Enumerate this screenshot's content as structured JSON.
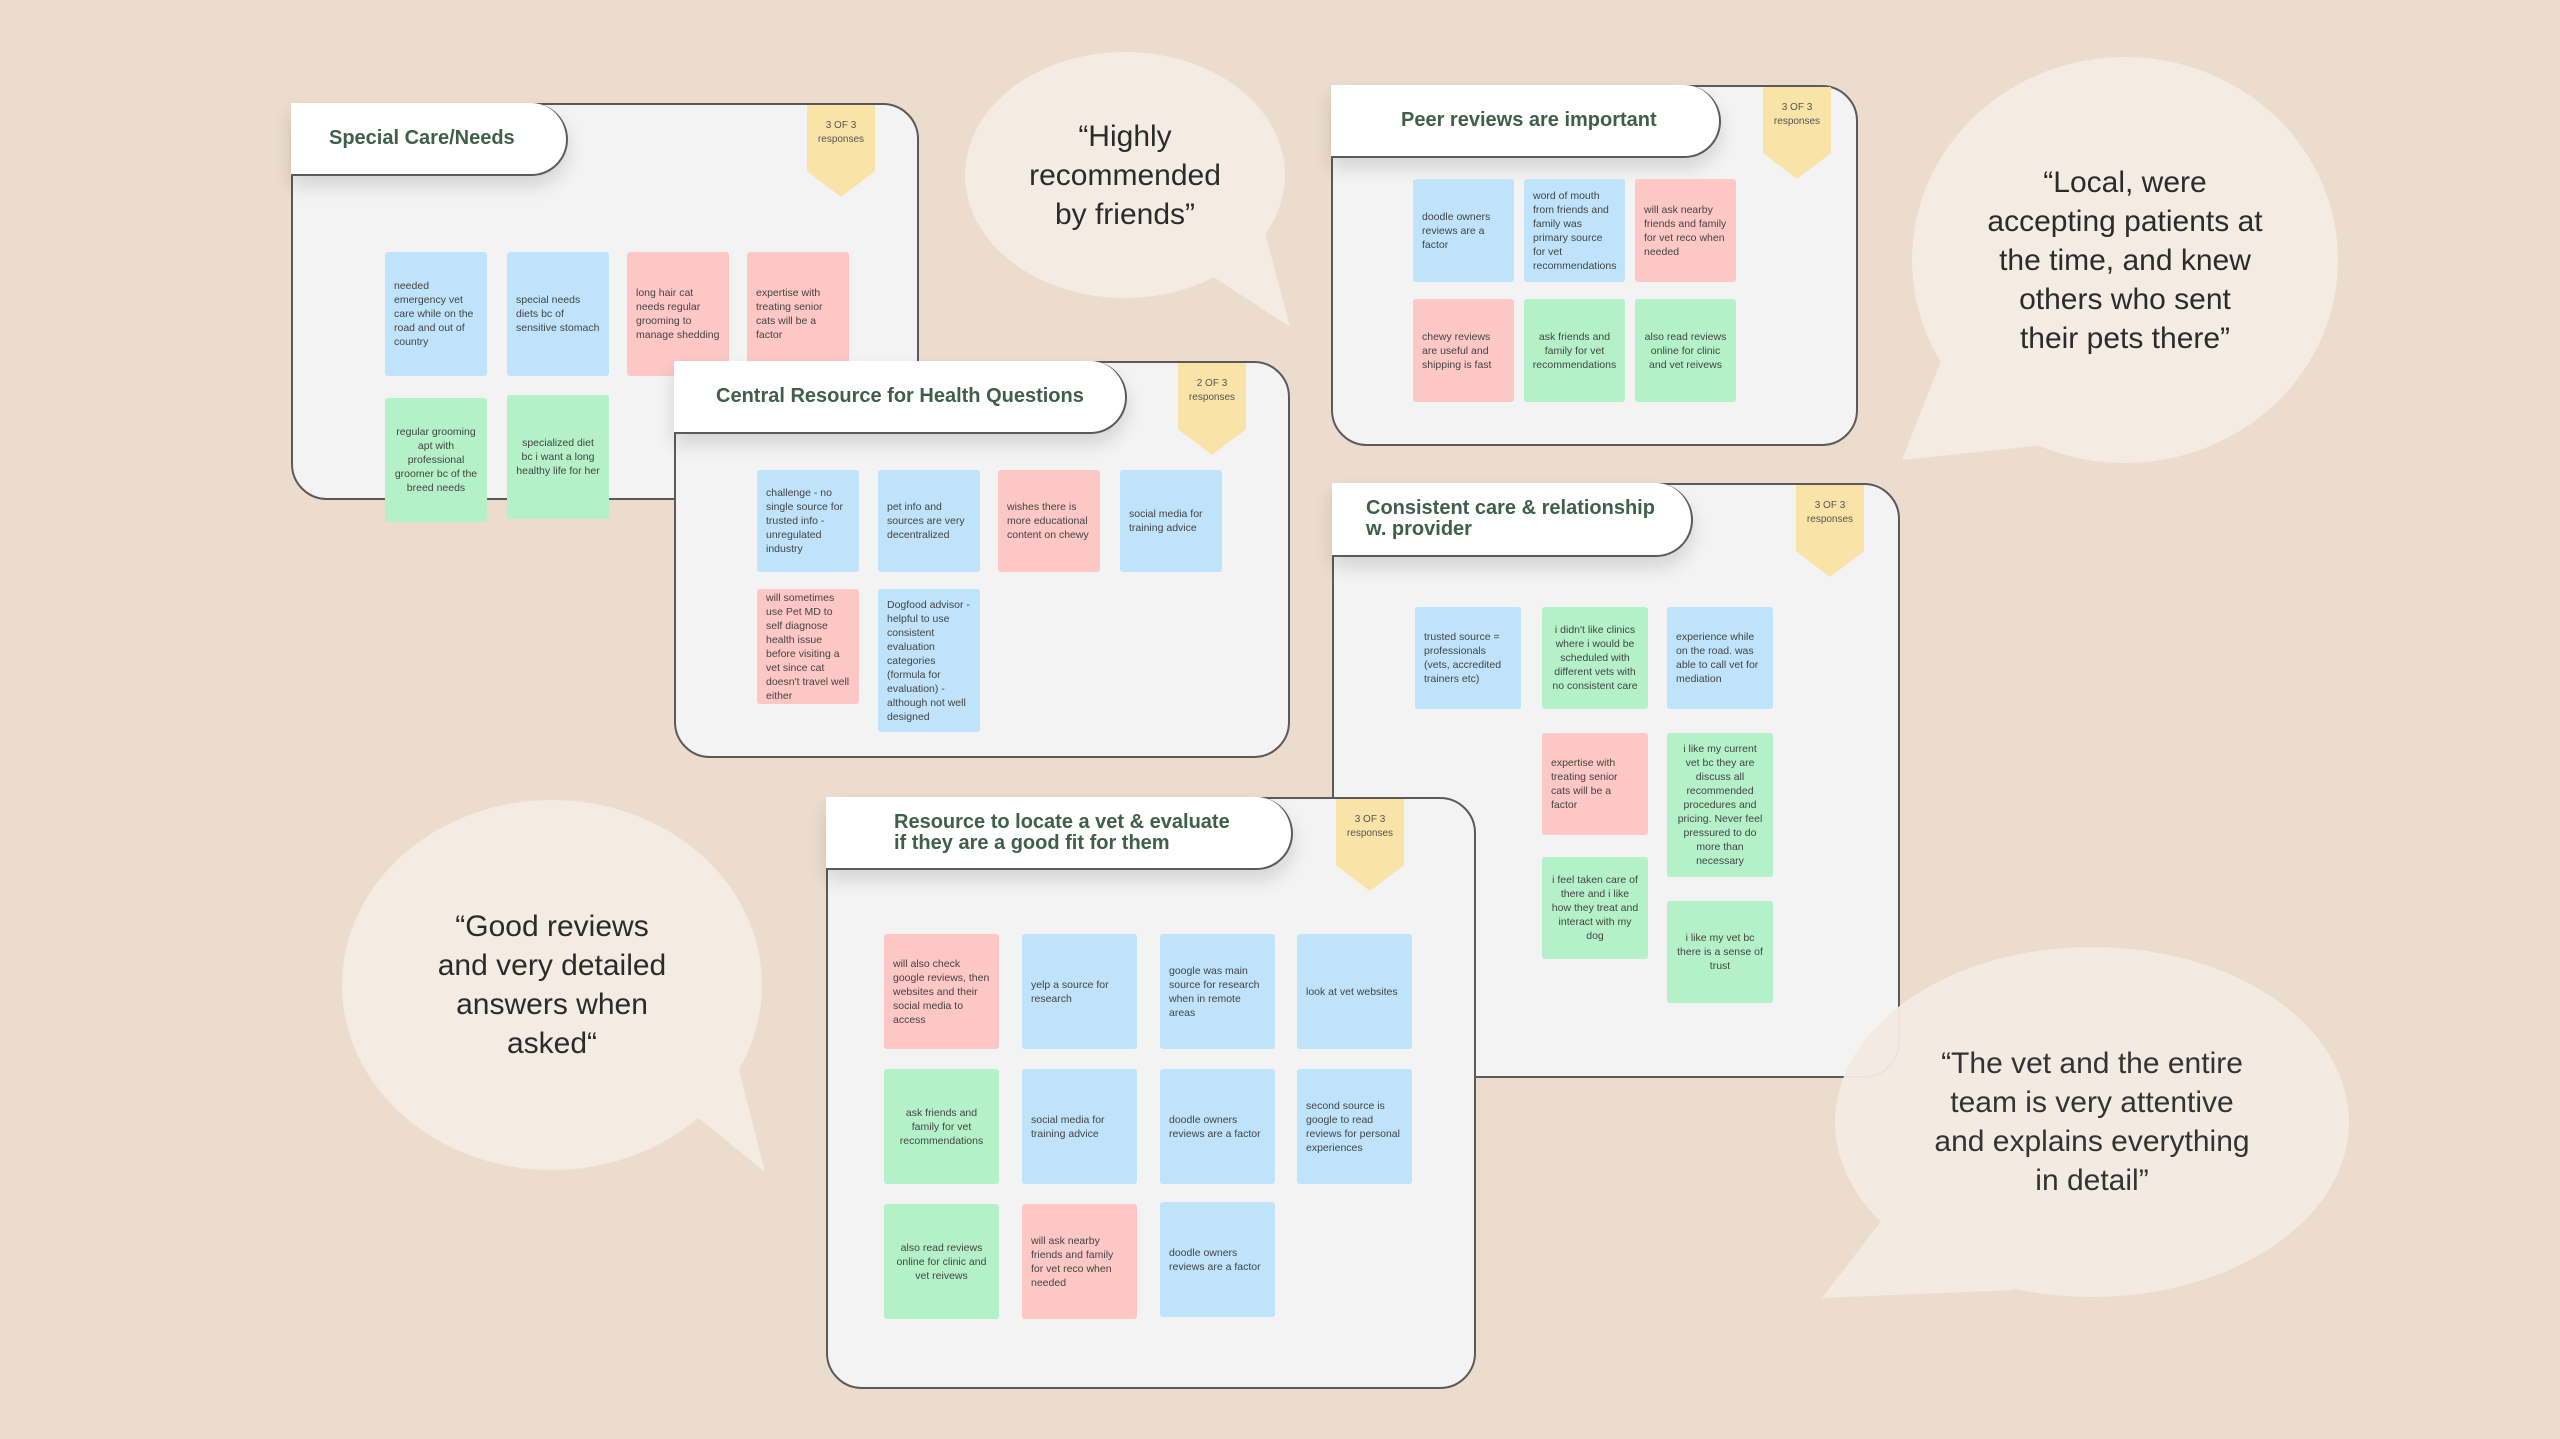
{
  "colors": {
    "background": "#ecdccd",
    "blue": "#bee3fa",
    "pink": "#fcc7c4",
    "green": "#b4f1c9",
    "badge": "#f9e3a6",
    "bubble": "#f4ebe3",
    "title": "#3f5f4b"
  },
  "cards": [
    {
      "title": "Special Care/Needs",
      "badge": {
        "count": "3 OF 3",
        "label": "responses"
      },
      "notes": [
        {
          "text": "needed emergency vet care while on the road and out of country",
          "color": "blue"
        },
        {
          "text": "special needs diets bc of sensitive stomach",
          "color": "blue"
        },
        {
          "text": "long hair cat needs regular grooming to manage shedding",
          "color": "pink"
        },
        {
          "text": "expertise with treating senior cats will be a factor",
          "color": "pink"
        },
        {
          "text": "regular grooming apt with professional groomer bc of the breed needs",
          "color": "green"
        },
        {
          "text": "specialized diet bc i want a long healthy life for her",
          "color": "green"
        }
      ]
    },
    {
      "title": "Central Resource for Health Questions",
      "badge": {
        "count": "2 OF 3",
        "label": "responses"
      },
      "notes": [
        {
          "text": "challenge - no single source for trusted info - unregulated industry",
          "color": "blue"
        },
        {
          "text": "pet info and sources are very decentralized",
          "color": "blue"
        },
        {
          "text": "wishes there is more educational content on chewy",
          "color": "pink"
        },
        {
          "text": "social media for training advice",
          "color": "blue"
        },
        {
          "text": "will sometimes use Pet MD  to self diagnose health issue before visiting a vet since cat doesn't travel well either",
          "color": "pink"
        },
        {
          "text": "Dogfood advisor  - helpful to use consistent evaluation categories (formula for evaluation) - although not well designed",
          "color": "blue"
        }
      ]
    },
    {
      "title": "Peer reviews are important",
      "badge": {
        "count": "3 OF 3",
        "label": "responses"
      },
      "notes": [
        {
          "text": "doodle owners reviews are a factor",
          "color": "blue"
        },
        {
          "text": "word of mouth from friends and family was primary source for vet recommendations",
          "color": "blue"
        },
        {
          "text": "will ask nearby friends and family for vet reco when needed",
          "color": "pink"
        },
        {
          "text": "chewy reviews are useful and shipping is fast",
          "color": "pink"
        },
        {
          "text": "ask friends and family for vet recommendations",
          "color": "green"
        },
        {
          "text": "also read reviews online for clinic and vet reivews",
          "color": "green"
        }
      ]
    },
    {
      "title": "Consistent care & relationship\nw. provider",
      "badge": {
        "count": "3 OF 3",
        "label": "responses"
      },
      "notes": [
        {
          "text": "trusted source = professionals (vets, accredited trainers etc)",
          "color": "blue"
        },
        {
          "text": "i didn't like clinics where i would be scheduled with different vets with no consistent care",
          "color": "green"
        },
        {
          "text": "experience while on the road. was able to call vet for mediation",
          "color": "blue"
        },
        {
          "text": "expertise with treating senior cats will be a factor",
          "color": "pink"
        },
        {
          "text": "i like my current vet bc they are discuss all recommended procedures and pricing. Never feel pressured to do more than necessary",
          "color": "green"
        },
        {
          "text": "i feel taken care of there and i like how they treat and interact with my dog",
          "color": "green"
        },
        {
          "text": "i like my vet bc there is a sense of trust",
          "color": "green"
        }
      ]
    },
    {
      "title": "Resource to locate a vet & evaluate\nif they are a good fit for them",
      "badge": {
        "count": "3 OF 3",
        "label": "responses"
      },
      "notes": [
        {
          "text": "will also check google reviews, then websites and their social media to access",
          "color": "pink"
        },
        {
          "text": "yelp a source for research",
          "color": "blue"
        },
        {
          "text": "google was main source for research when in remote areas",
          "color": "blue"
        },
        {
          "text": "look at vet websites",
          "color": "blue"
        },
        {
          "text": "ask friends and family for vet recommendations",
          "color": "green"
        },
        {
          "text": "social media for training advice",
          "color": "blue"
        },
        {
          "text": "doodle owners reviews are a factor",
          "color": "blue"
        },
        {
          "text": "second source is google to read reviews for personal experiences",
          "color": "blue"
        },
        {
          "text": "also read reviews online for clinic and vet reivews",
          "color": "green"
        },
        {
          "text": "will ask nearby friends and family for vet reco when needed",
          "color": "pink"
        },
        {
          "text": "doodle owners reviews are a factor",
          "color": "blue"
        }
      ]
    }
  ],
  "quotes": [
    {
      "text": "“Highly\nrecommended\nby friends”"
    },
    {
      "text": "“Local, were\naccepting patients at\nthe time, and knew\nothers who sent\ntheir pets there”"
    },
    {
      "text": "“Good reviews\nand very detailed\nanswers when\nasked“"
    },
    {
      "text": "“The vet and the entire\nteam is very attentive\nand explains everything\nin detail”"
    }
  ]
}
